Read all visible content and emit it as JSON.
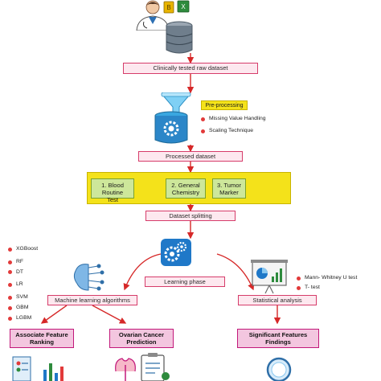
{
  "nodes": {
    "raw_dataset": "Clinically tested raw dataset",
    "preprocessing_title": "Pre-processing",
    "preprocessing_items": [
      "Missing Value Handling",
      "Scaling Technique"
    ],
    "processed_dataset": "Processed dataset",
    "feature_groups": [
      {
        "line1": "1. Blood Routine",
        "line2": "Test"
      },
      {
        "line1": "2. General",
        "line2": "Chemistry"
      },
      {
        "line1": "3. Tumor",
        "line2": "Marker"
      }
    ],
    "dataset_splitting": "Dataset splitting",
    "learning_phase": "Learning phase",
    "ml_algorithms": "Machine learning algorithms",
    "statistical_analysis": "Statistical analysis",
    "associate_ranking": {
      "line1": "Associate Feature",
      "line2": "Ranking"
    },
    "ovarian_prediction": {
      "line1": "Ovarian Cancer",
      "line2": "Prediction"
    },
    "significant_findings": {
      "line1": "Significant Features",
      "line2": "Findings"
    }
  },
  "ml_models": [
    "XGBoost",
    "RF",
    "DT",
    "LR",
    "SVM",
    "GBM",
    "LGBM"
  ],
  "stat_tests": [
    "Mann- Whitney U test",
    "T- test"
  ],
  "colors": {
    "accent_pink_border": "#d63c6a",
    "magenta_border": "#c2187a",
    "bullet_red": "#e23a3a",
    "yellow": "#f4e21a",
    "green_cell": "#cde79a",
    "arrow_red": "#d62828",
    "gear_blue": "#1f78c8"
  },
  "icons": [
    "doctor-icon",
    "database-icon",
    "funnel-icon",
    "gear-database-icon",
    "gear-icon",
    "brain-network-icon",
    "presentation-chart-icon",
    "bar-chart-icon",
    "medical-report-icon",
    "magnifier-icon"
  ]
}
